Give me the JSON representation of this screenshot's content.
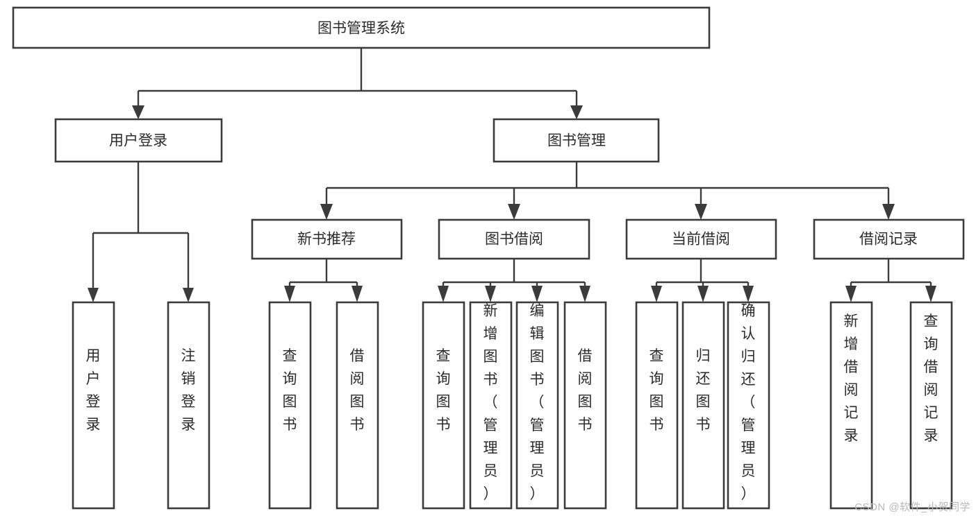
{
  "diagram": {
    "type": "tree",
    "title": "图书管理系统",
    "watermark": "CSDN @软件_小贺同学",
    "colors": {
      "stroke": "#3b3b3b",
      "fill": "#ffffff",
      "text": "#2b2b2b",
      "watermark": "#b9b9b9",
      "background": "#ffffff"
    },
    "nodes": {
      "root": {
        "label": "图书管理系统"
      },
      "level1": [
        {
          "label": "用户登录"
        },
        {
          "label": "图书管理"
        }
      ],
      "level2": [
        {
          "label": "新书推荐"
        },
        {
          "label": "图书借阅"
        },
        {
          "label": "当前借阅"
        },
        {
          "label": "借阅记录"
        }
      ],
      "leaves": {
        "user_login": [
          {
            "label": "用户登录"
          },
          {
            "label": "注销登录"
          }
        ],
        "new_book": [
          {
            "label": "查询图书"
          },
          {
            "label": "借阅图书"
          }
        ],
        "book_borrow": [
          {
            "label": "查询图书"
          },
          {
            "label": "新增图书（管理员）"
          },
          {
            "label": "编辑图书（管理员）"
          },
          {
            "label": "借阅图书"
          }
        ],
        "current_borrow": [
          {
            "label": "查询图书"
          },
          {
            "label": "归还图书"
          },
          {
            "label": "确认归还（管理员）"
          }
        ],
        "borrow_record": [
          {
            "label": "新增借阅记录"
          },
          {
            "label": "查询借阅记录"
          }
        ]
      }
    }
  }
}
